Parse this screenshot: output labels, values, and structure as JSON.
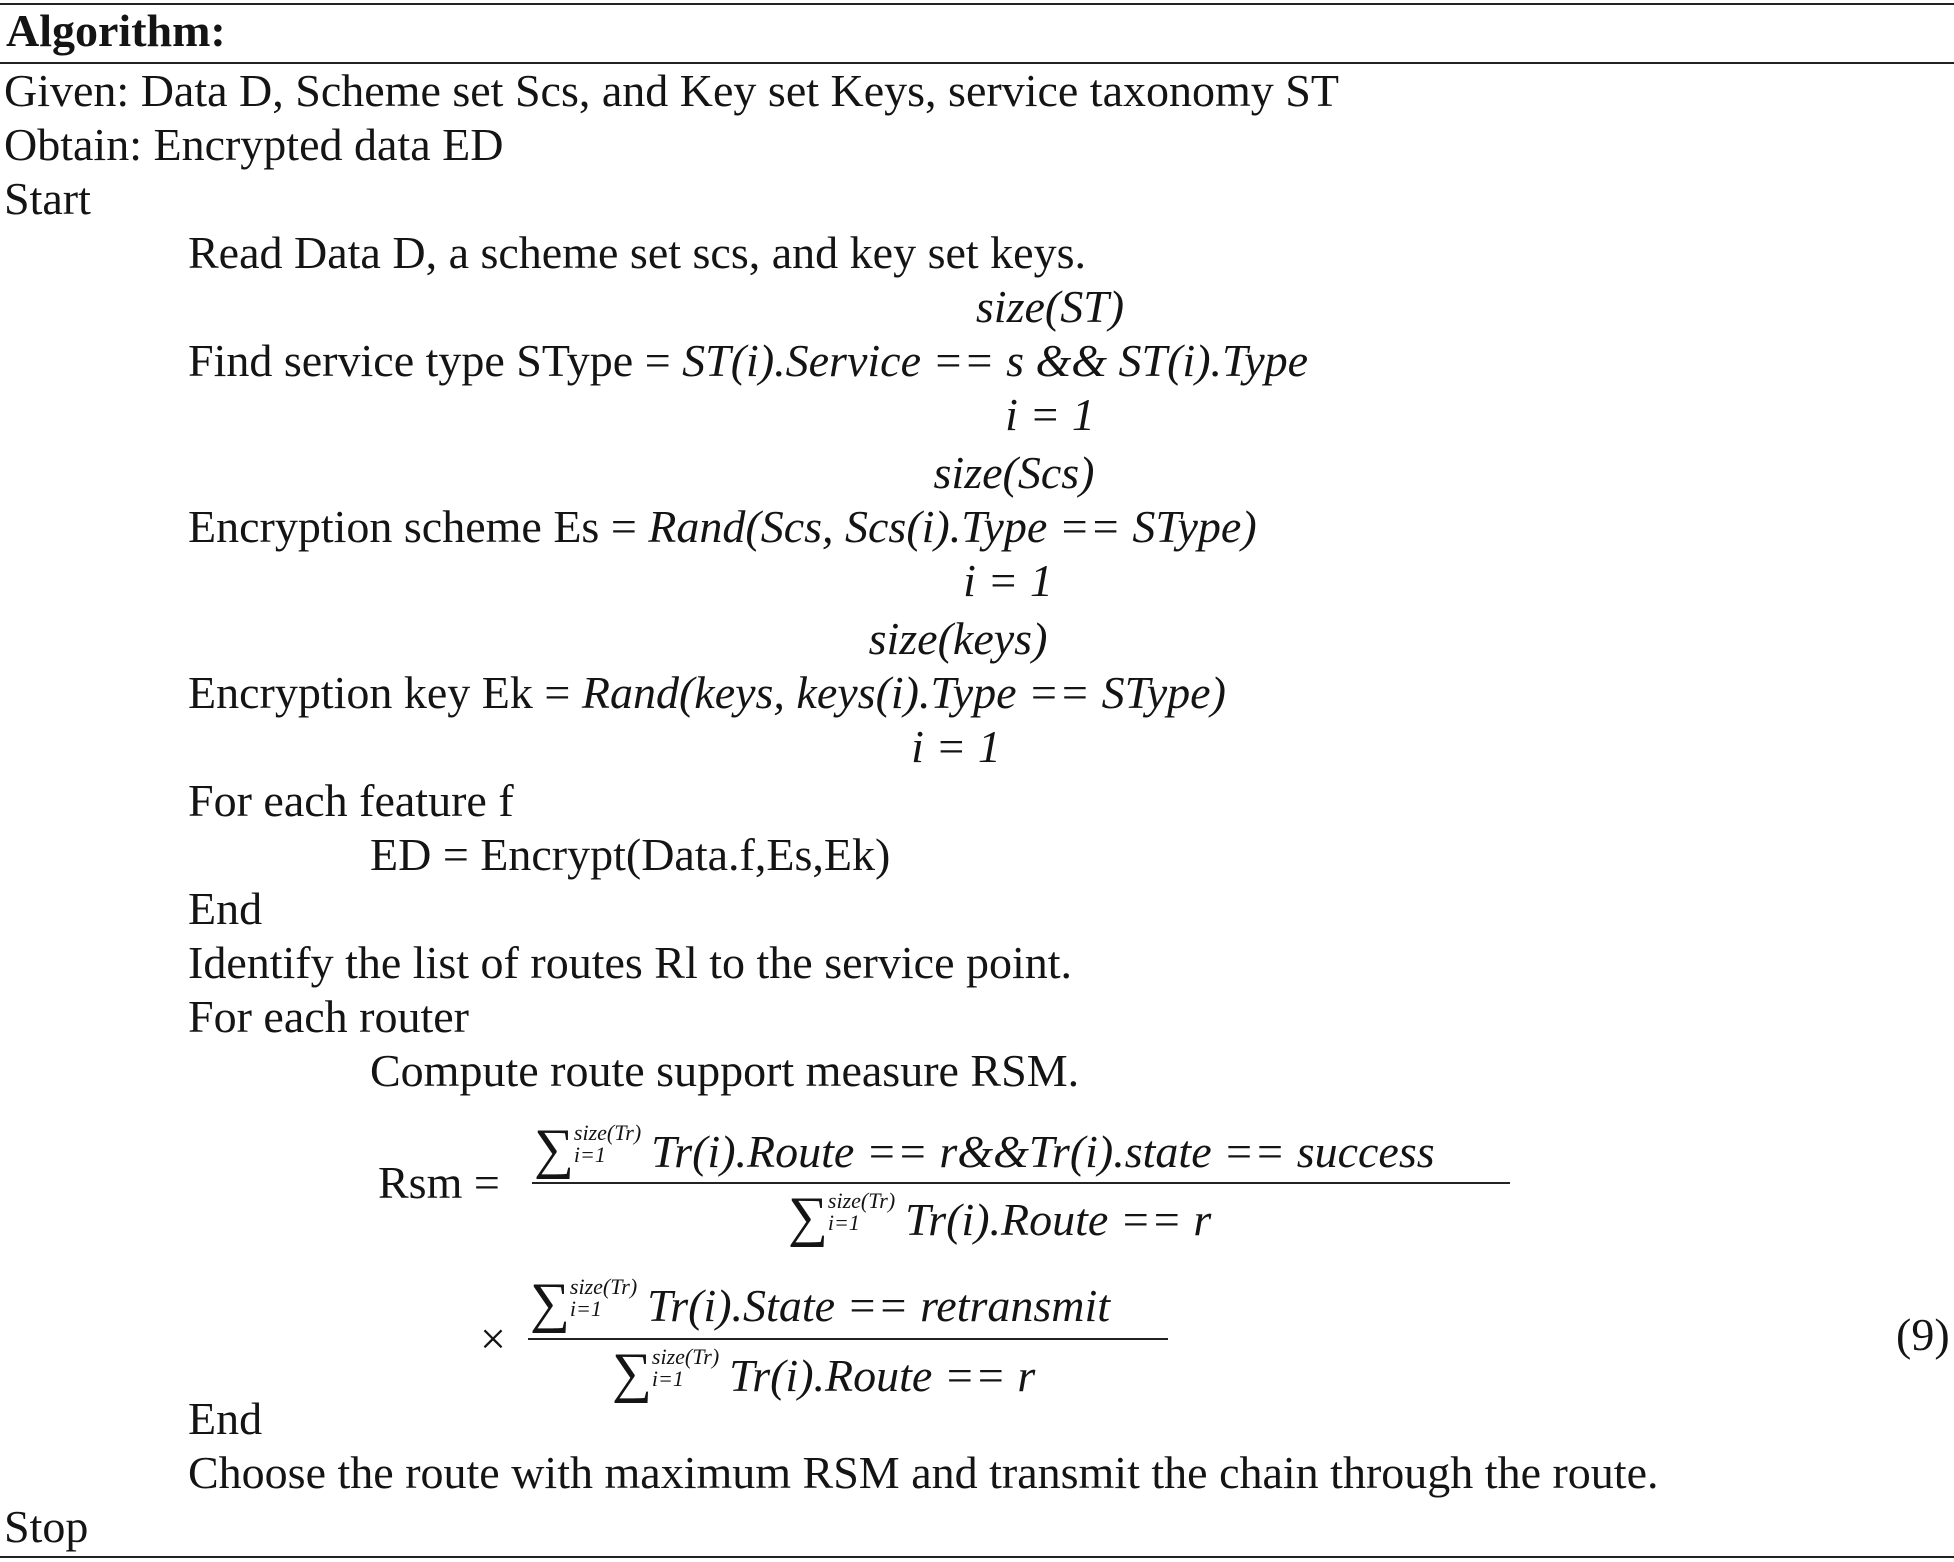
{
  "heading": "Algorithm:",
  "given": "Given: Data D, Scheme set Scs, and Key set Keys, service taxonomy ST",
  "obtain": "Obtain: Encrypted data ED",
  "start": "Start",
  "read": "Read Data D, a scheme set scs, and key set keys.",
  "stype": {
    "upper": "size(ST)",
    "prefix": "Find service type SType = ",
    "expr": "ST(i).Service == s && ST(i).Type",
    "lower": "i = 1"
  },
  "es": {
    "upper": "size(Scs)",
    "prefix": "Encryption scheme Es = ",
    "expr": "Rand(Scs, Scs(i).Type == SType)",
    "lower": "i = 1"
  },
  "ek": {
    "upper": "size(keys)",
    "prefix": "Encryption key Ek = ",
    "expr": "Rand(keys, keys(i).Type == SType)",
    "lower": "i = 1"
  },
  "for_feature": "For each feature f",
  "ed_line": "ED = Encrypt(Data.f,Es,Ek)",
  "end1": "End",
  "identify": "Identify the list of routes Rl to the service point.",
  "for_router": "For each router",
  "compute": "Compute route support measure RSM.",
  "rsm": {
    "lhs": "Rsm = ",
    "times": "×",
    "sum": "∑",
    "sum_upper": "size(Tr)",
    "sum_lower": "i=1",
    "num1": "Tr(i).Route == r&&Tr(i).state == success",
    "den1": "Tr(i).Route == r",
    "num2": "Tr(i).State == retransmit",
    "den2": "Tr(i).Route == r",
    "eqnum": "(9)"
  },
  "end2": "End",
  "choose": "Choose the route with maximum RSM and transmit the chain through the route.",
  "stop": "Stop"
}
